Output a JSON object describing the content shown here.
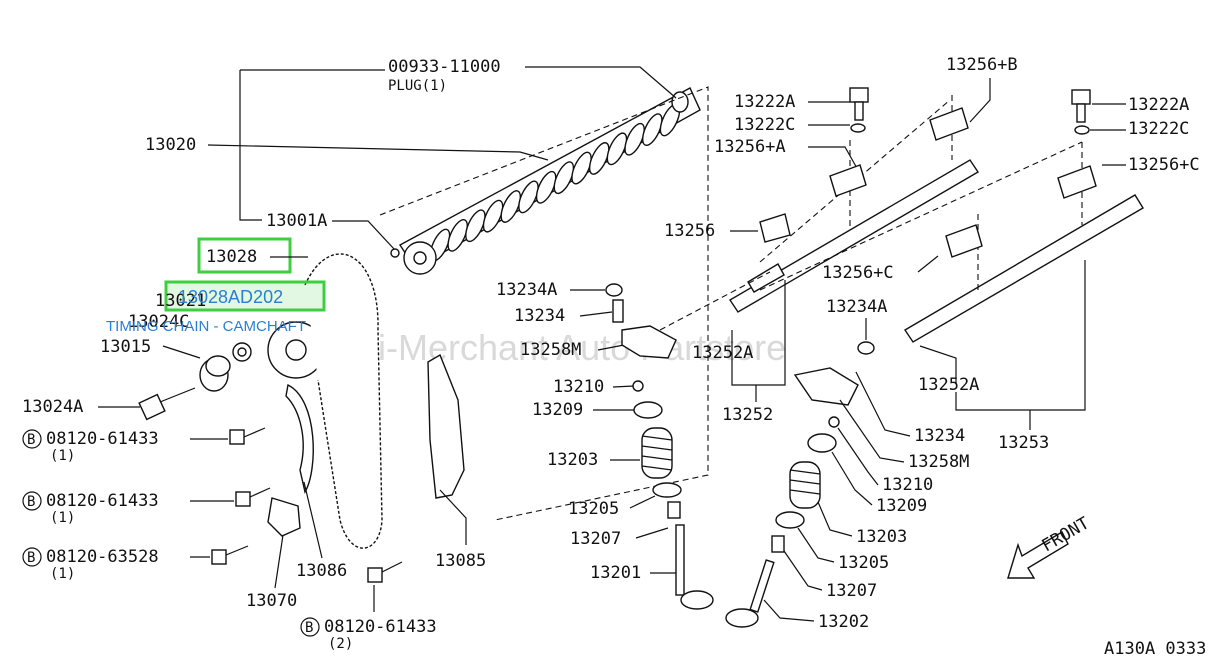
{
  "watermark": "Multi-Merchant Auto Partstore",
  "diagram_code": "A130A 0333",
  "front_label": "FRONT",
  "highlight": {
    "primary": "13028",
    "secondary": "13028AD202",
    "description": "TIMING CHAIN - CAMCHAFT"
  },
  "parts": {
    "plug_number": "00933-11000",
    "plug_name": "PLUG(1)",
    "p13020": "13020",
    "p13001a": "13001A",
    "p13028": "13028",
    "p13021": "13021",
    "p13024c": "13024C",
    "p13015": "13015",
    "p13024a": "13024A",
    "bolt1": "08120-61433",
    "bolt1_qty": "(1)",
    "bolt2": "08120-61433",
    "bolt2_qty": "(1)",
    "bolt3": "08120-63528",
    "bolt3_qty": "(1)",
    "bolt4": "08120-61433",
    "bolt4_qty": "(2)",
    "b_marker": "B",
    "p13086": "13086",
    "p13070": "13070",
    "p13085": "13085",
    "p13234a_left": "13234A",
    "p13234": "13234",
    "p13258m_left": "13258M",
    "p13210_left": "13210",
    "p13209_left": "13209",
    "p13203_left": "13203",
    "p13205_left": "13205",
    "p13207_left": "13207",
    "p13201": "13201",
    "p13252a_left": "13252A",
    "p13252": "13252",
    "p13256": "13256",
    "p13256a": "13256+A",
    "p13256b": "13256+B",
    "p13256c_mid": "13256+C",
    "p13256c_right": "13256+C",
    "p13222a_left": "13222A",
    "p13222c_left": "13222C",
    "p13222a_right": "13222A",
    "p13222c_right": "13222C",
    "p13234a_right": "13234A",
    "p13252a_right": "13252A",
    "p13253": "13253",
    "p13234_right": "13234",
    "p13258m_right": "13258M",
    "p13210_right": "13210",
    "p13209_right": "13209",
    "p13203_right": "13203",
    "p13205_right": "13205",
    "p13207_right": "13207",
    "p13202": "13202"
  }
}
